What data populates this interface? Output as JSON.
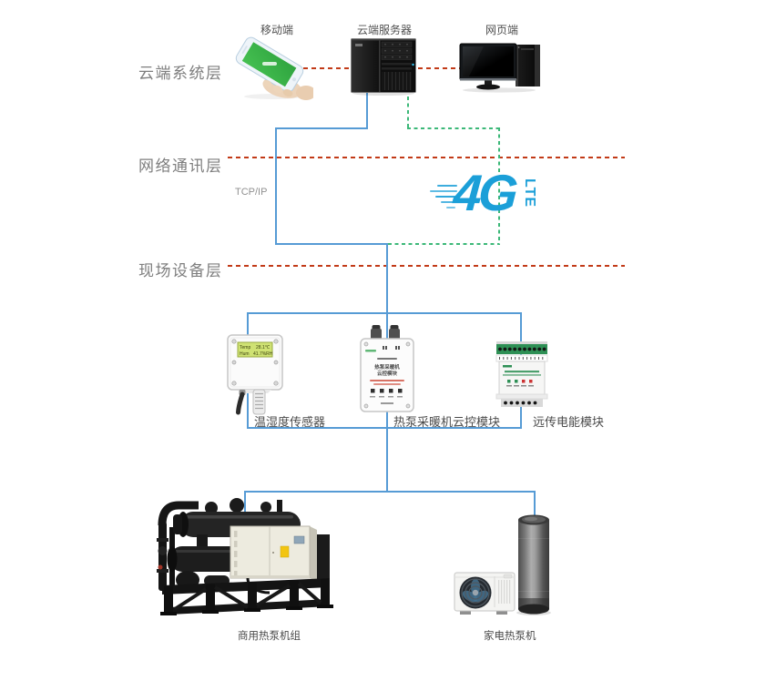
{
  "layers": {
    "cloud": {
      "label": "云端系统层"
    },
    "network": {
      "label": "网络通讯层"
    },
    "field": {
      "label": "现场设备层"
    }
  },
  "cloud_row": {
    "mobile": {
      "label": "移动端"
    },
    "server": {
      "label": "云端服务器"
    },
    "web": {
      "label": "网页端"
    }
  },
  "network_row": {
    "protocol": "TCP/IP",
    "logo_main": "4G",
    "logo_sub": "LTE"
  },
  "field_row": {
    "sensor": {
      "label": "温湿度传感器",
      "lcd": {
        "l1": "Temp",
        "v1": "28.1℃",
        "l2": "Hum",
        "v2": "41.7%RH"
      }
    },
    "controller": {
      "label": "热泵采暖机云控模块",
      "title1": "热泵采暖机",
      "title2": "云控模块"
    },
    "meter": {
      "label": "远传电能模块"
    }
  },
  "equipment_row": {
    "commercial": {
      "label": "商用热泵机组"
    },
    "household": {
      "label": "家电热泵机"
    }
  },
  "colors": {
    "layer_line": "#c23a17",
    "link_wired": "#569bd5",
    "link_wireless": "#3cb878",
    "logo_blue": "#1b9fd8",
    "phone_screen": "#3bb54a",
    "lcd_green": "#cfe273",
    "terminal_green": "#2e9055"
  }
}
